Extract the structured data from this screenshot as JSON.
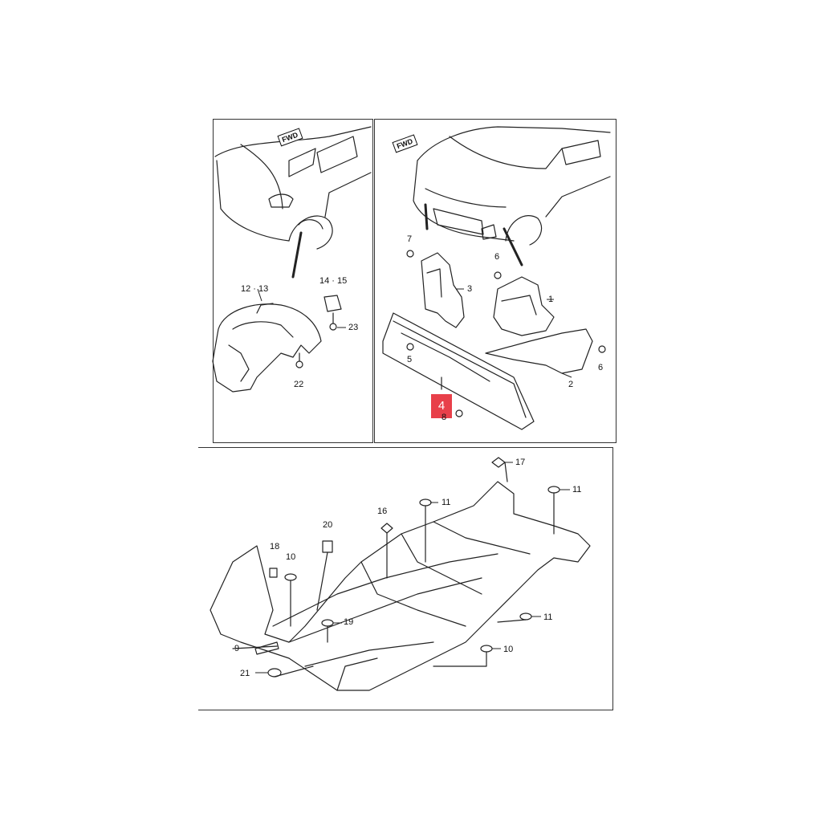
{
  "fwd_label": "FWD",
  "highlight_label": "4",
  "labels": {
    "p12_13": "12 · 13",
    "p14_15": "14 · 15",
    "p23": "23",
    "p22": "22",
    "p7": "7",
    "p3": "3",
    "p6a": "6",
    "p1": "1",
    "p6b": "6",
    "p2": "2",
    "p5": "5",
    "p8": "8",
    "p17": "17",
    "p11a": "11",
    "p11b": "11",
    "p16": "16",
    "p20": "20",
    "p18": "18",
    "p10a": "10",
    "p19": "19",
    "p11c": "11",
    "p9": "9",
    "p10b": "10",
    "p21": "21"
  },
  "colors": {
    "highlight": "#e8404a",
    "line": "#222222"
  }
}
